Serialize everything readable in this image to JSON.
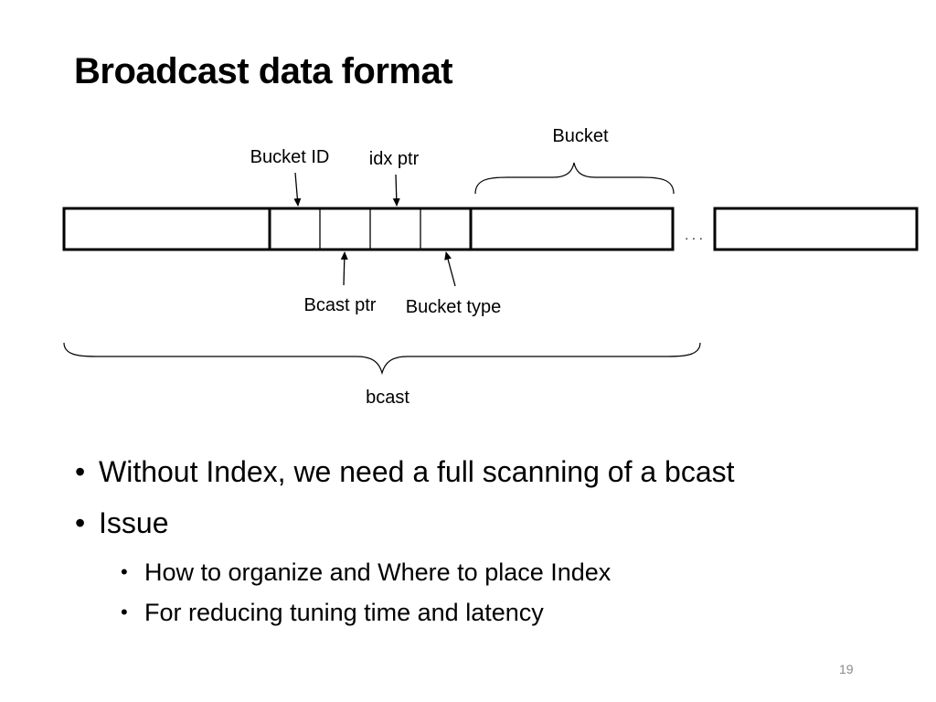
{
  "slide": {
    "title": "Broadcast data format",
    "page_number": "19"
  },
  "diagram": {
    "labels": {
      "bucket": "Bucket",
      "bucket_id": "Bucket ID",
      "idx_ptr": "idx ptr",
      "bcast_ptr": "Bcast ptr",
      "bucket_type": "Bucket type",
      "bcast": "bcast",
      "ellipsis": ". . ."
    }
  },
  "bullets": [
    {
      "level": 1,
      "text": "Without Index, we need a full scanning of a bcast"
    },
    {
      "level": 1,
      "text": "Issue"
    },
    {
      "level": 2,
      "text": "How to organize and Where to place Index"
    },
    {
      "level": 2,
      "text": "For reducing tuning time and latency"
    }
  ]
}
